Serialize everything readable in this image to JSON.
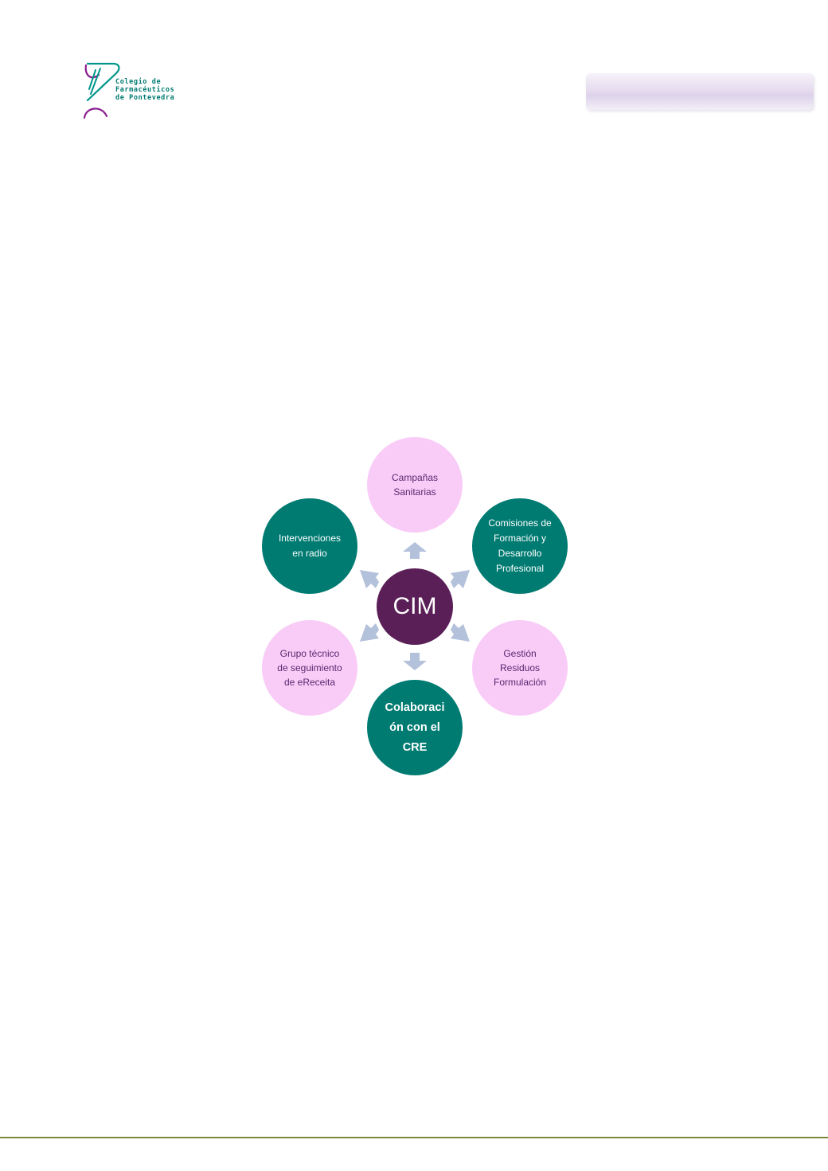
{
  "logo": {
    "lines": [
      "Colegio de",
      "Farmacéuticos",
      "de Pontevedra"
    ],
    "text_color": "#007b72",
    "mark_colors": [
      "#00968a",
      "#8b1d8e"
    ]
  },
  "diagram": {
    "center": "CIM",
    "nodes": [
      {
        "label": "Campañas\nSanitarias"
      },
      {
        "label": "Comisiones de\nFormación y\nDesarrollo\nProfesional"
      },
      {
        "label": "Gestión\nResiduos\nFormulación"
      },
      {
        "label": "Colaboraci\nón con el\nCRE"
      },
      {
        "label": "Grupo técnico\nde seguimiento\nde eReceita"
      },
      {
        "label": "Intervenciones\nen radio"
      }
    ],
    "colors": {
      "center": "#5a1f57",
      "pink": "#f9ccf7",
      "teal": "#007b72",
      "arrow": "#b3c1da",
      "pink_text": "#5b2670"
    }
  },
  "footer": {
    "line_color": "#7b8a3a"
  }
}
